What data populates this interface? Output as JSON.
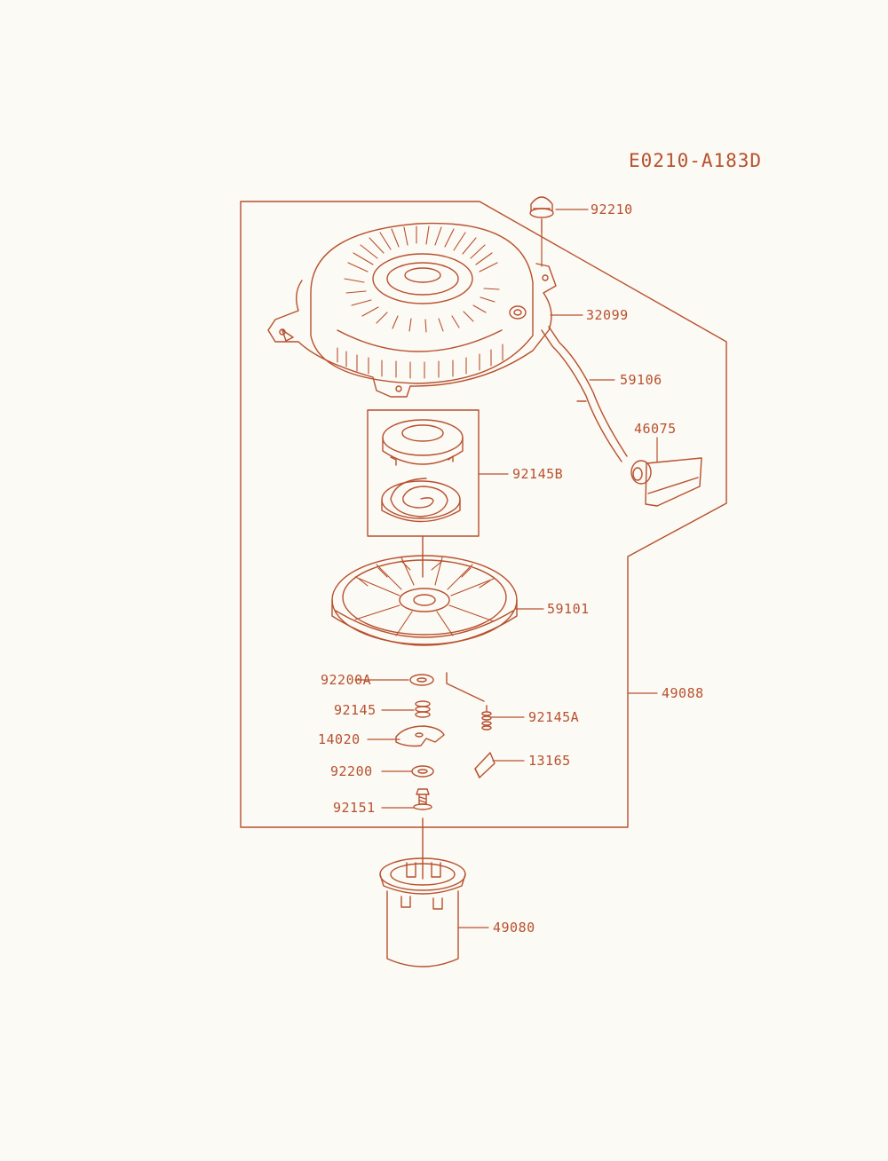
{
  "colors": {
    "ink": "#b8502e",
    "ink_light": "#d27a58",
    "background": "#fbfaf4"
  },
  "diagram_code": "E0210-A183D",
  "parts": {
    "p92210": "92210",
    "p32099": "32099",
    "p59106": "59106",
    "p46075": "46075",
    "p92145B": "92145B",
    "p59101": "59101",
    "p49088": "49088",
    "p92200A": "92200A",
    "p92145": "92145",
    "p92145A": "92145A",
    "p14020": "14020",
    "p13165": "13165",
    "p92200": "92200",
    "p92151": "92151",
    "p49080": "49080"
  }
}
